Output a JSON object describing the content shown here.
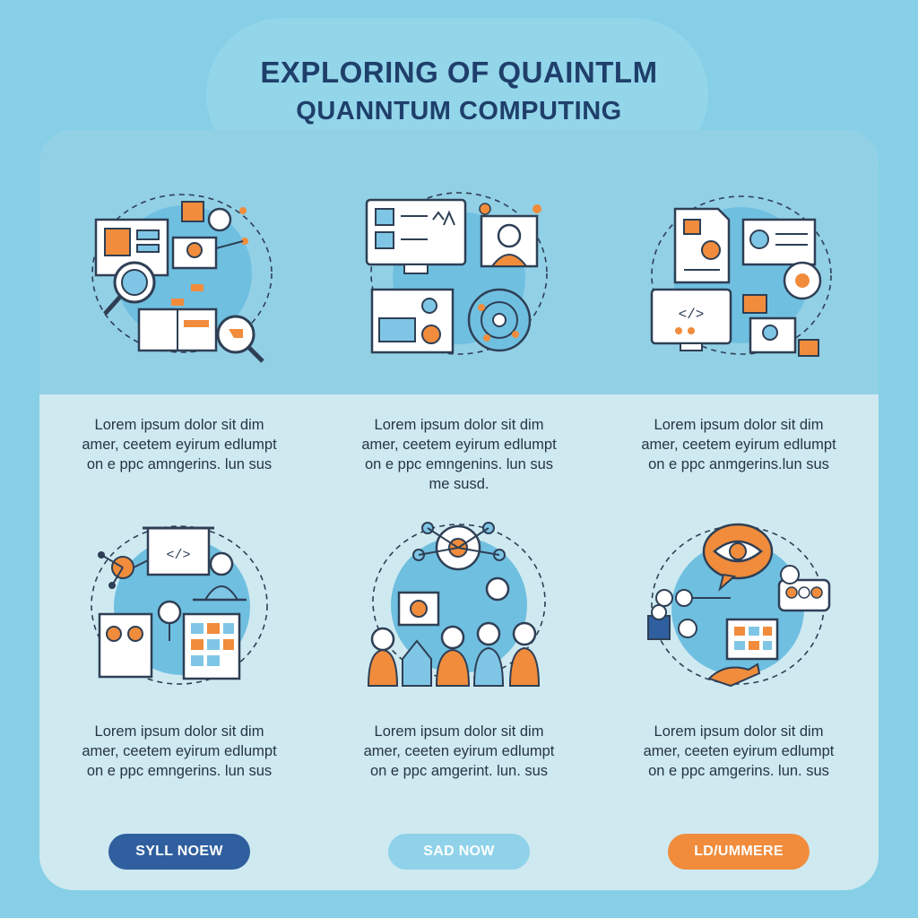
{
  "title": {
    "line1": "EXPLORING OF QUAINTLM",
    "line2": "QUANNTUM COMPUTING"
  },
  "items": [
    {
      "icon": "research-study-icon",
      "lines": [
        "Lorem ipsum dolor sit dim",
        "amer, ceetem eyirum edlumpt",
        "on e ppc amngerins. lun sus"
      ]
    },
    {
      "icon": "quantum-workstation-icon",
      "lines": [
        "Lorem ipsum dolor sit dim",
        "amer, ceetem eyirum edlumpt",
        "on e ppc emngenins. lun sus",
        "me susd."
      ]
    },
    {
      "icon": "document-code-icon",
      "lines": [
        "Lorem ipsum dolor sit dim",
        "amer, ceetem eyirum edlumpt",
        "on e ppc anmgerins.lun sus"
      ]
    },
    {
      "icon": "developer-presentation-icon",
      "lines": [
        "Lorem ipsum dolor sit dim",
        "amer, ceetem eyirum edlumpt",
        "on e ppc emngerins. lun sus"
      ]
    },
    {
      "icon": "network-team-icon",
      "lines": [
        "Lorem ipsum dolor sit dim",
        "amer, ceeten eyirum edlumpt",
        "on e ppc amgerint. lun. sus"
      ]
    },
    {
      "icon": "vision-collaboration-icon",
      "lines": [
        "Lorem ipsum dolor sit dim",
        "amer, ceeten eyirum edlumpt",
        "on e ppc amgerins. lun. sus"
      ]
    }
  ],
  "buttons": [
    {
      "label": "SYLL NOEW",
      "bg": "#2f5f9e",
      "fg": "#ffffff"
    },
    {
      "label": "SAD NOW",
      "bg": "#8fd2ea",
      "fg": "#ffffff"
    },
    {
      "label": "LD/UMMERE",
      "bg": "#f08c3c",
      "fg": "#ffffff"
    }
  ],
  "colors": {
    "navy": "#1f3f6b",
    "orange": "#f08c3c",
    "light_blue": "#86cfe6",
    "line": "#2e3f55"
  }
}
